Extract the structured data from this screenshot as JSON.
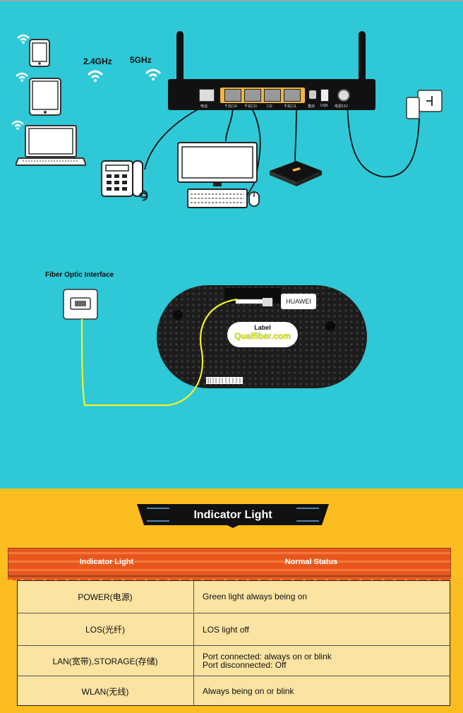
{
  "wifi_bands": {
    "band_24": "2.4GHz",
    "band_5": "5GHz"
  },
  "router_ports": [
    "电话",
    "千兆口4",
    "千兆口3",
    "口2",
    "千兆口1",
    "重启",
    "USB",
    "电源12V"
  ],
  "fiber_label": "Fiber Optic Interface",
  "ont": {
    "brand": "HUAWEI",
    "label_title": "Label",
    "label_site": "Qualfiber.com"
  },
  "banner_title": "Indicator Light",
  "table": {
    "headers": [
      "Indicator Light",
      "Normal Status"
    ],
    "rows": [
      {
        "light": "POWER(电源)",
        "status": [
          "Green light always being on"
        ]
      },
      {
        "light": "LOS(光纤)",
        "status": [
          "LOS light off"
        ]
      },
      {
        "light": "LAN(宽带),STORAGE(存储)",
        "status": [
          "Port connected: always on or blink",
          "Port disconnected: Off"
        ]
      },
      {
        "light": "WLAN(无线)",
        "status": [
          "Always being on or blink"
        ]
      }
    ]
  },
  "colors": {
    "top_bg": "#2ec8d6",
    "bottom_bg": "#fbbd1f",
    "header_orange": "#e8561e",
    "body_cream": "#fbe3a2",
    "fiber_yellow": "#f2f22a"
  }
}
